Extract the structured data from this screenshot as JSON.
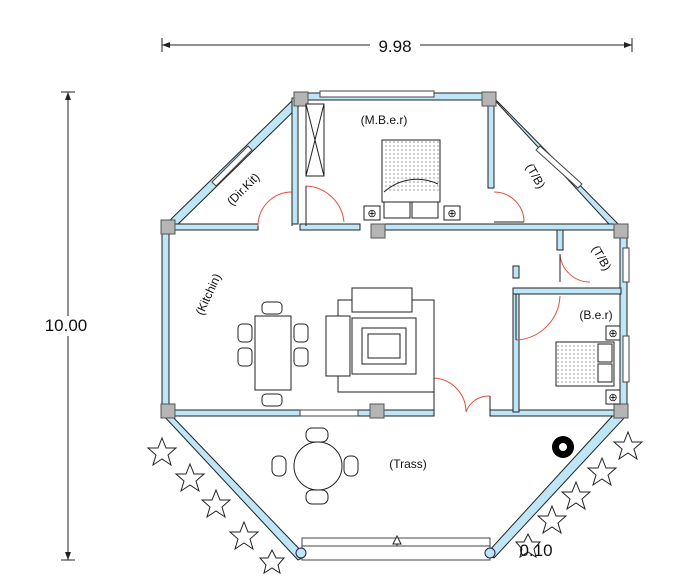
{
  "dimensions": {
    "width_label": "9.98",
    "height_label": "10.00",
    "offset_label": "0.10"
  },
  "rooms": {
    "master_bedroom": "(M.B.e.r)",
    "toilet_bath_1": "(T/B)",
    "toilet_bath_2": "(T/B)",
    "dining_kitchen": "(Dir.Kit)",
    "kitchen": "(Kitchin)",
    "bedroom": "(B.e.r)",
    "terrace": "(Trass)"
  },
  "colors": {
    "wall_fill": "#bfe6f6",
    "door_arc": "#e0503a",
    "column": "#b5b5b5"
  }
}
